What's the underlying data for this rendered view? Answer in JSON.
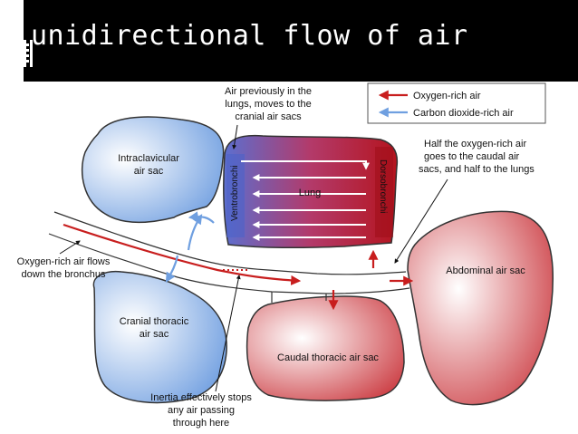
{
  "slide": {
    "title": "unidirectional flow of air"
  },
  "legend": {
    "oxygen_rich": "Oxygen-rich air",
    "co2_rich": "Carbon dioxide-rich air",
    "oxygen_color": "#c81e1e",
    "co2_color": "#6f9fe0"
  },
  "structures": {
    "intraclavicular": [
      "Intraclavicular",
      "air sac"
    ],
    "cranial_thoracic": [
      "Cranial thoracic",
      "air sac"
    ],
    "caudal_thoracic": "Caudal thoracic air sac",
    "abdominal": "Abdominal air sac",
    "lung": "Lung",
    "ventrobronchi": "Ventrobronchi",
    "dorsobronchi": "Dorsobronchi"
  },
  "annotations": {
    "air_previously": [
      "Air previously in the",
      "lungs, moves to the",
      "cranial air sacs"
    ],
    "half_oxygen": [
      "Half the oxygen-rich air",
      "goes to the caudal air",
      "sacs, and half to the lungs"
    ],
    "oxygen_flows": [
      "Oxygen-rich air flows",
      "down the bronchus"
    ],
    "inertia": [
      "Inertia effectively stops",
      "any air passing",
      "through here"
    ]
  }
}
